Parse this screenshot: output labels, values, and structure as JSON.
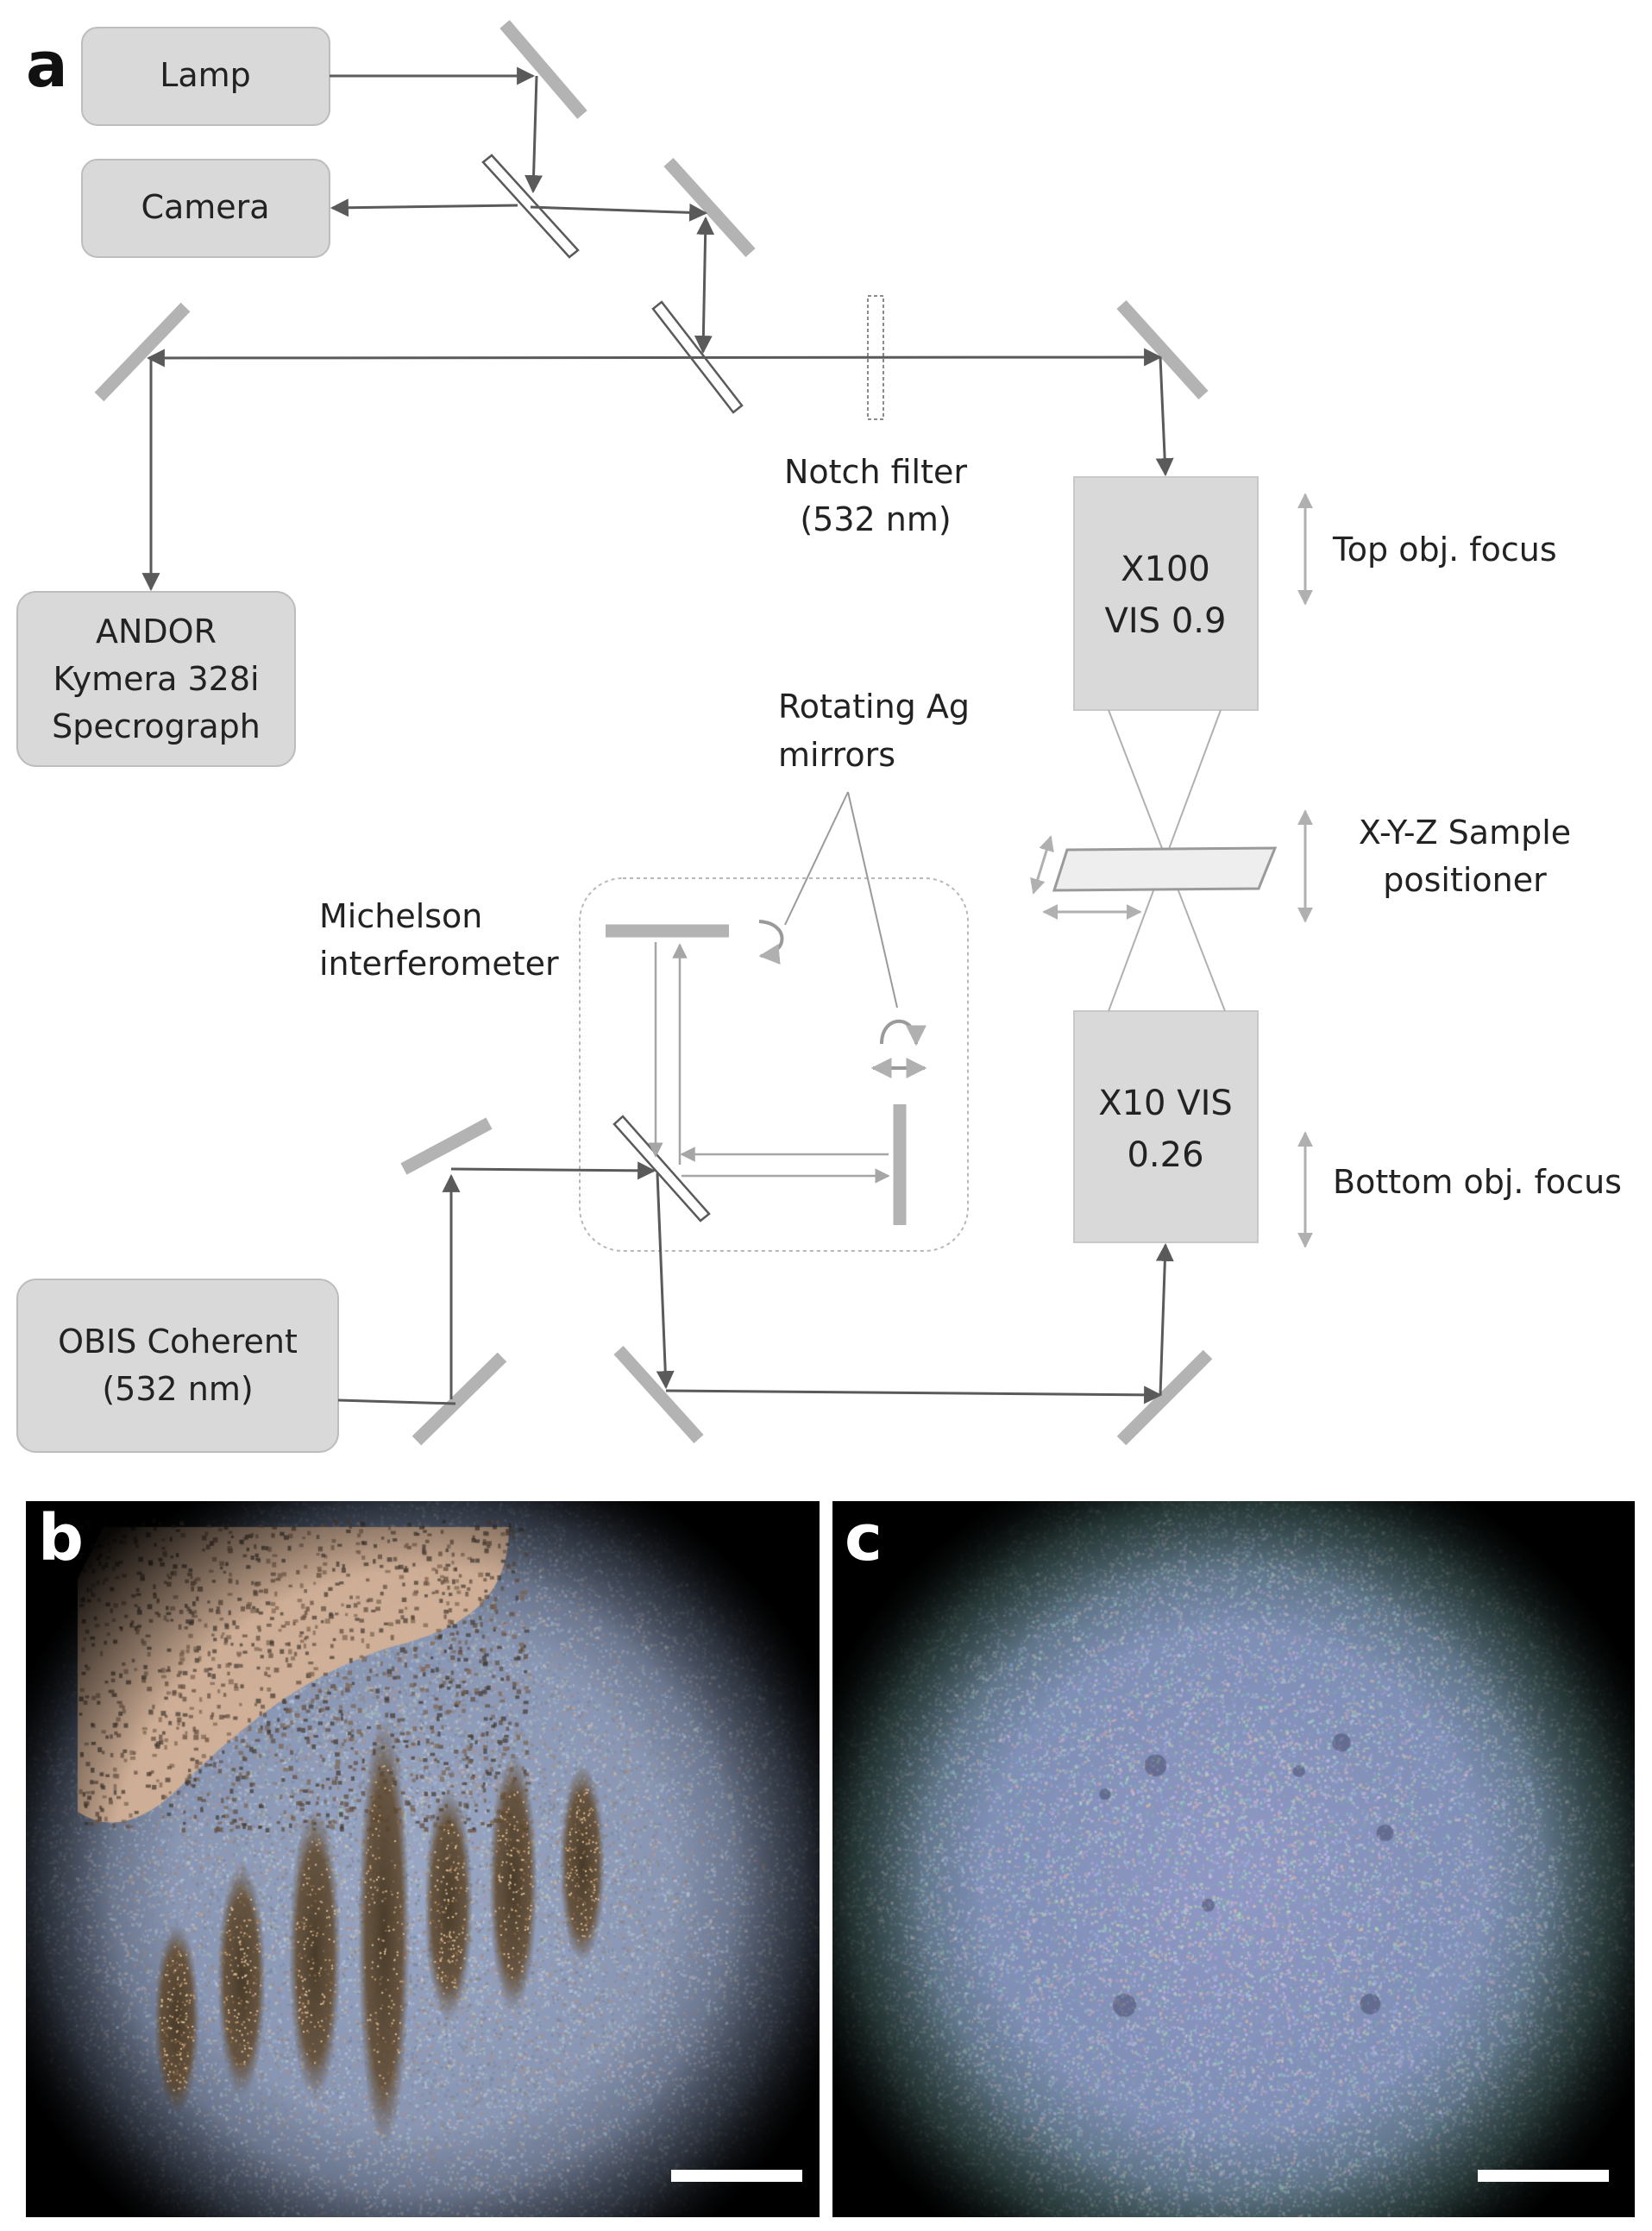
{
  "panels": {
    "a": "a",
    "b": "b",
    "c": "c"
  },
  "boxes": {
    "lamp": [
      "Lamp"
    ],
    "camera": [
      "Camera"
    ],
    "andor": [
      "ANDOR",
      "Kymera 328i",
      "Specrograph"
    ],
    "obis": [
      "OBIS Coherent",
      "(532 nm)"
    ],
    "top_objective": [
      "X100",
      "VIS 0.9"
    ],
    "bottom_objective": [
      "X10 VIS",
      "0.26"
    ]
  },
  "labels": {
    "notch_filter": [
      "Notch filter",
      "(532 nm)"
    ],
    "top_focus": [
      "Top obj. focus"
    ],
    "rotating_mirrors": [
      "Rotating Ag",
      "mirrors"
    ],
    "sample_positioner": [
      "X-Y-Z Sample",
      "positioner"
    ],
    "michelson": [
      "Michelson",
      "interferometer"
    ],
    "bottom_focus": [
      "Bottom obj. focus"
    ]
  },
  "colors": {
    "box_fill": "#d9d9d9",
    "box_stroke": "#bdbdbd",
    "mirror": "#b3b3b3",
    "beam": "#5a5a5a",
    "faint_beam": "#a6a6a6",
    "sample_fill": "#eeeeee"
  }
}
